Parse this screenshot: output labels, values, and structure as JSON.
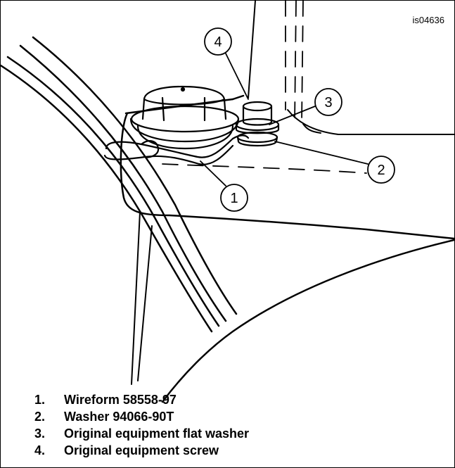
{
  "figure": {
    "id": "is04636",
    "callouts": [
      {
        "number": "1",
        "part": "Wireform 58558-97"
      },
      {
        "number": "2",
        "part": "Washer 94066-90T"
      },
      {
        "number": "3",
        "part": "Original equipment flat washer"
      },
      {
        "number": "4",
        "part": "Original equipment screw"
      }
    ]
  },
  "legend": [
    {
      "num": "1.",
      "text": "Wireform 58558-97"
    },
    {
      "num": "2.",
      "text": "Washer 94066-90T"
    },
    {
      "num": "3.",
      "text": "Original equipment flat washer"
    },
    {
      "num": "4.",
      "text": "Original equipment screw"
    }
  ]
}
